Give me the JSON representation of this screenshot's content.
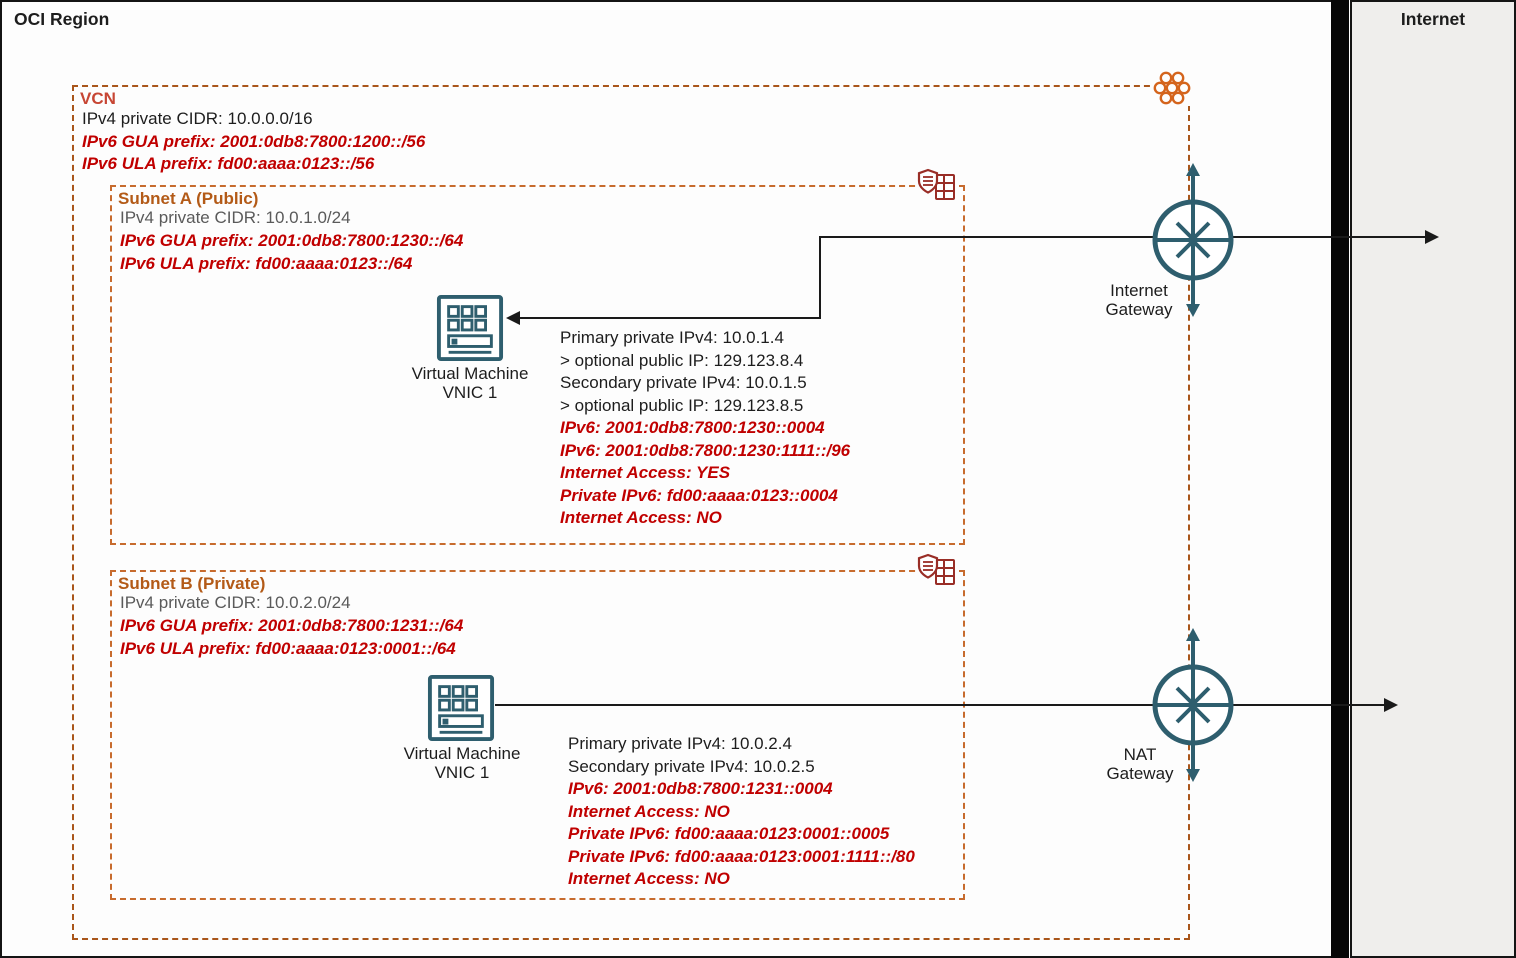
{
  "region": {
    "label": "OCI Region"
  },
  "internet_box": {
    "label": "Internet"
  },
  "vcn": {
    "label": "VCN",
    "lines": {
      "ipv4": "IPv4 private CIDR: 10.0.0.0/16",
      "gua": "IPv6 GUA prefix: 2001:0db8:7800:1200::/56",
      "ula": "IPv6 ULA prefix: fd00:aaaa:0123::/56"
    }
  },
  "subnet_a": {
    "label": "Subnet A (Public)",
    "lines": {
      "ipv4": "IPv4 private CIDR: 10.0.1.0/24",
      "gua": "IPv6 GUA prefix: 2001:0db8:7800:1230::/64",
      "ula": "IPv6 ULA prefix: fd00:aaaa:0123::/64"
    },
    "vm": {
      "title": "Virtual Machine",
      "subtitle": "VNIC 1"
    },
    "details": [
      {
        "text": "Primary private IPv4: 10.0.1.4",
        "style": "black"
      },
      {
        "text": "> optional public IP: 129.123.8.4",
        "style": "black"
      },
      {
        "text": "Secondary private IPv4: 10.0.1.5",
        "style": "black"
      },
      {
        "text": "> optional public IP: 129.123.8.5",
        "style": "black"
      },
      {
        "text": "IPv6: 2001:0db8:7800:1230::0004",
        "style": "red"
      },
      {
        "text": "IPv6: 2001:0db8:7800:1230:1111::/96",
        "style": "red"
      },
      {
        "text": "Internet Access: YES",
        "style": "red"
      },
      {
        "text": "Private IPv6: fd00:aaaa:0123::0004",
        "style": "red"
      },
      {
        "text": "Internet Access: NO",
        "style": "red"
      }
    ]
  },
  "subnet_b": {
    "label": "Subnet B (Private)",
    "lines": {
      "ipv4": "IPv4 private CIDR: 10.0.2.0/24",
      "gua": "IPv6 GUA prefix: 2001:0db8:7800:1231::/64",
      "ula": "IPv6 ULA prefix: fd00:aaaa:0123:0001::/64"
    },
    "vm": {
      "title": "Virtual Machine",
      "subtitle": "VNIC 1"
    },
    "details": [
      {
        "text": "Primary private IPv4: 10.0.2.4",
        "style": "black"
      },
      {
        "text": "Secondary private IPv4: 10.0.2.5",
        "style": "black"
      },
      {
        "text": "IPv6: 2001:0db8:7800:1231::0004",
        "style": "red"
      },
      {
        "text": "Internet Access: NO",
        "style": "red"
      },
      {
        "text": "Private IPv6: fd00:aaaa:0123:0001::0005",
        "style": "red"
      },
      {
        "text": "Private IPv6: fd00:aaaa:0123:0001:1111::/80",
        "style": "red"
      },
      {
        "text": "Internet Access: NO",
        "style": "red"
      }
    ]
  },
  "internet_gateway": {
    "label_line1": "Internet",
    "label_line2": "Gateway"
  },
  "nat_gateway": {
    "label_line1": "NAT",
    "label_line2": "Gateway"
  },
  "icons": {
    "vcn": "honeycomb-network-icon",
    "subnet": "security-list-icon",
    "vm": "virtual-machine-icon",
    "gateway": "gateway-circle-icon"
  },
  "colors": {
    "vcn_border": "#a9561b",
    "subnet_border": "#c76b2e",
    "vcn_label": "#c74634",
    "subnet_label": "#b35a17",
    "ipv6_red_text": "#c00000",
    "icon_teal": "#2e5e6e",
    "icon_orange": "#d4641c",
    "icon_maroon": "#992d26"
  }
}
